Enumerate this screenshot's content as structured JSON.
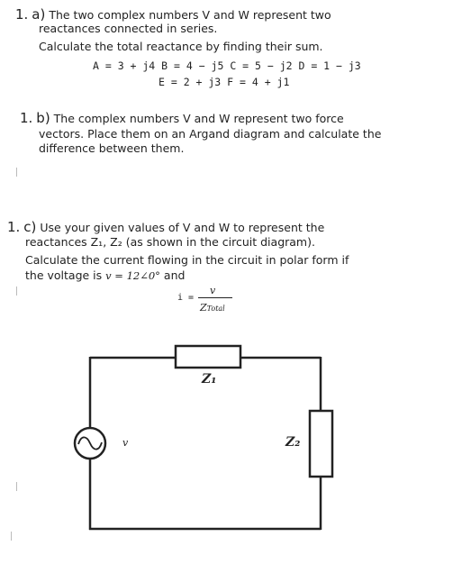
{
  "q1a": {
    "number": "1.",
    "letter": "a)",
    "line1": "The two complex numbers V and W represent two",
    "line2": "reactances connected in series.",
    "line3": "Calculate the total reactance by finding their sum.",
    "eq_row1": "A = 3 + j4   B = 4 − j5   C = 5 − j2   D = 1 − j3",
    "eq_row2": "E = 2 + j3   F = 4 + j1"
  },
  "q1b": {
    "number": "1.",
    "letter": "b)",
    "line1": "The complex numbers V and W represent two force",
    "line2": "vectors. Place them on an Argand diagram and calculate the",
    "line3": "difference between them."
  },
  "q1c": {
    "number": "1.",
    "letter": "c)",
    "line1": "Use your given values of V and W to represent the",
    "line2": "reactances Z₁, Z₂ (as shown in the circuit diagram).",
    "line3": "Calculate the current flowing in the circuit in polar form if",
    "line4_prefix": "the voltage is",
    "line4_voltage": "v = 12∠0°",
    "line4_suffix": "and",
    "formula_lhs": "i =",
    "formula_num": "v",
    "formula_den": "Z",
    "formula_den_sub": "Total"
  },
  "circuit": {
    "z1_label": "Z₁",
    "z2_label": "Z₂",
    "source_label": "v"
  }
}
